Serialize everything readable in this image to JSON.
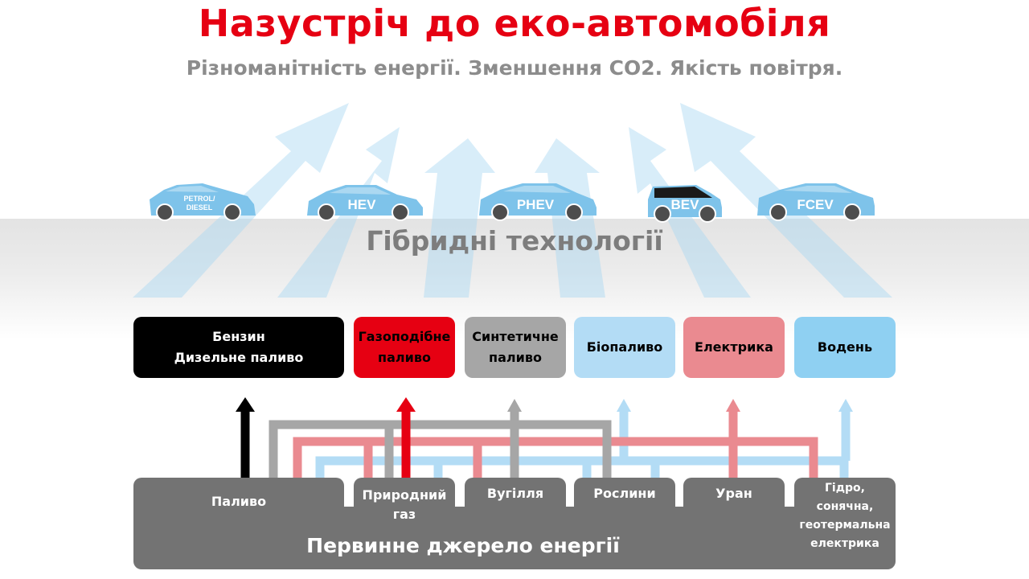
{
  "title": "Назустріч до еко-автомобіля",
  "subtitle": "Різноманітність енергії. Зменшення CO2. Якість повітря.",
  "hybrid_label": "Гібридні технології",
  "cars": [
    {
      "label_line1": "PETROL/",
      "label_line2": "DIESEL"
    },
    {
      "label": "HEV"
    },
    {
      "label": "PHEV"
    },
    {
      "label": "BEV"
    },
    {
      "label": "FCEV"
    }
  ],
  "fuels": [
    {
      "line1": "Бензин",
      "line2": "Дизельне паливо"
    },
    {
      "line1": "Газоподібне",
      "line2": "паливо"
    },
    {
      "line1": "Синтетичне",
      "line2": "паливо"
    },
    {
      "line1": "Біопаливо"
    },
    {
      "line1": "Електрика"
    },
    {
      "line1": "Водень"
    }
  ],
  "sources": [
    {
      "line1": "Паливо"
    },
    {
      "line1": "Природний",
      "line2": "газ"
    },
    {
      "line1": "Вугілля"
    },
    {
      "line1": "Рослини"
    },
    {
      "line1": "Уран"
    },
    {
      "line1": "Гідро,",
      "line2": "сонячна,",
      "line3": "геотермальна",
      "line4": "електрика"
    }
  ],
  "primary_label": "Первинне джерело енергії",
  "colors": {
    "title": "#e60012",
    "petrol": "#000000",
    "gas": "#e60012",
    "synthetic": "#a6a6a6",
    "bio": "#b3dcf5",
    "electric": "#ea8a90",
    "hydrogen": "#8fd0f2",
    "source": "#737373",
    "car": "#7ec3ea"
  }
}
